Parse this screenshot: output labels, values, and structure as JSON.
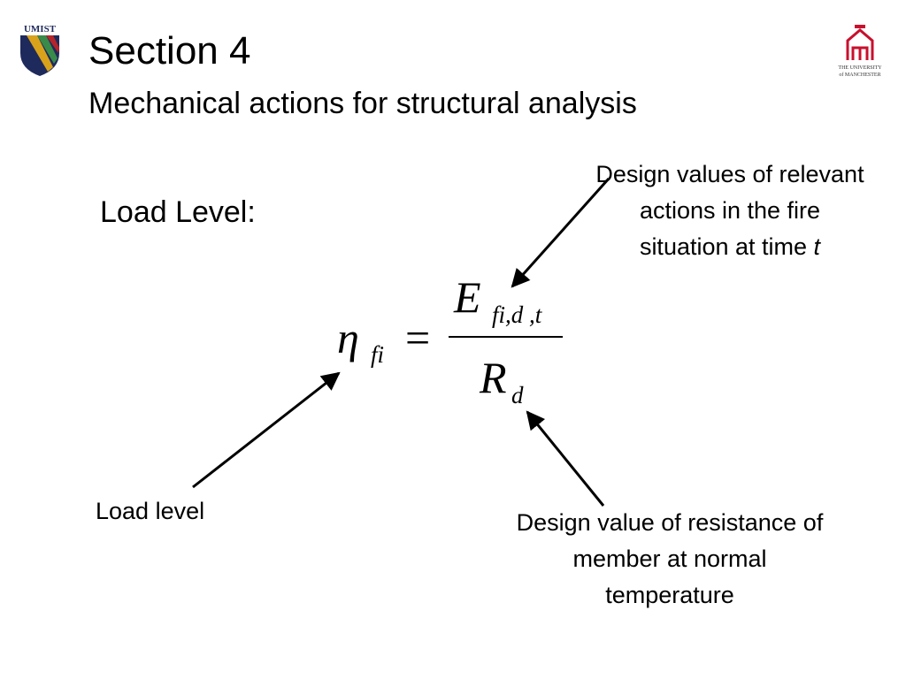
{
  "header": {
    "title": "Section 4",
    "subtitle": "Mechanical actions for structural analysis"
  },
  "logos": {
    "left": {
      "name": "UMIST",
      "text": "UMIST"
    },
    "right": {
      "name": "The University of Manchester",
      "text_line1": "THE UNIVERSITY",
      "text_line2": "of MANCHESTER"
    }
  },
  "content": {
    "heading": "Load Level:",
    "equation": {
      "lhs_symbol": "η",
      "lhs_subscript": "fi",
      "equals": "=",
      "numerator_symbol": "E",
      "numerator_subscript": "fi,d ,t",
      "denominator_symbol": "R",
      "denominator_subscript": "d"
    },
    "callouts": {
      "actions_text": "Design values of relevant actions in the fire situation at time ",
      "actions_time": "t",
      "resistance_text": "Design value of resistance of member at normal temperature",
      "load_level_text": "Load level"
    }
  },
  "colors": {
    "text": "#000000",
    "manchester_red": "#c8102e",
    "umist_navy": "#1f2a5c",
    "umist_gold": "#d9a21b",
    "umist_green": "#3a8a4a",
    "umist_red": "#b5252a"
  }
}
